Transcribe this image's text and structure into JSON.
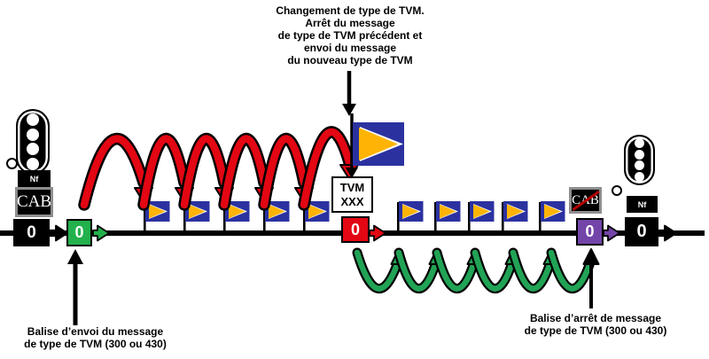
{
  "annotations": {
    "tvm_change": "Changement de type de TVM.\nArrêt du message\nde type de TVM précédent et\nenvoi du message\ndu nouveau type de TVM",
    "balise_envoi": "Balise d’envoi du message\nde type de TVM (300 ou 430)",
    "balise_arret": "Balise d’arrêt de message\nde type de TVM (300 ou 430)"
  },
  "labels": {
    "tvm_box": "TVM\nXXX",
    "nf": "Nf",
    "cab": "CAB"
  },
  "balises": {
    "block_left": "0",
    "envoi": "0",
    "changement": "0",
    "arret": "0",
    "block_right": "0"
  },
  "diagram": {
    "flags_left_count": 5,
    "flags_right_count": 5,
    "red_arc_hops": 6,
    "green_arc_hops": 6,
    "signal_lamps": 4
  },
  "colors": {
    "red": "#E30613",
    "green_arc": "#21A355",
    "green_box": "#22B14C",
    "purple": "#7345A8",
    "flag_blue": "#2B32A0",
    "flag_yellow": "#FFB405",
    "track": "#000000"
  }
}
